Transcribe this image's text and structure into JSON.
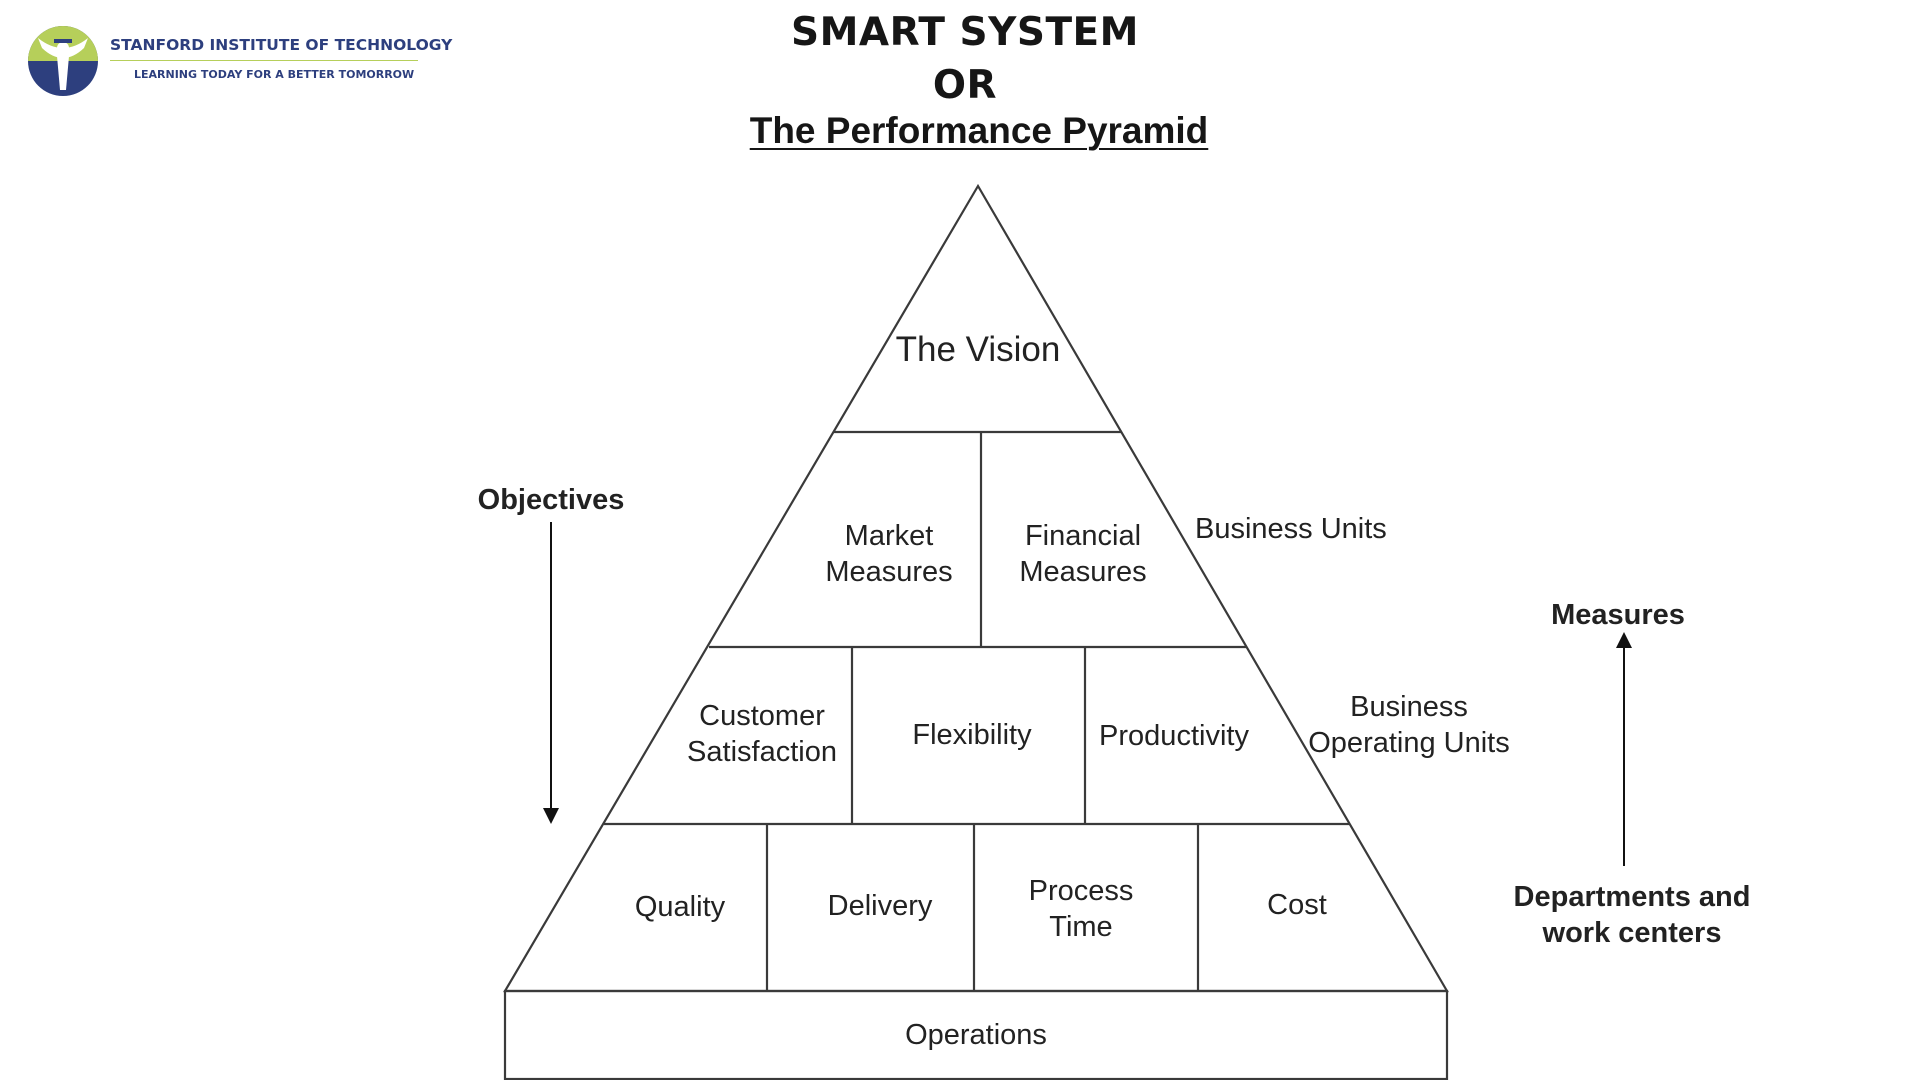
{
  "logo": {
    "name": "STANFORD INSTITUTE OF TECHNOLOGY",
    "tagline": "LEARNING TODAY FOR A BETTER TOMORROW",
    "colors": {
      "navy": "#2d3f7e",
      "lime": "#b6cf5a"
    }
  },
  "header": {
    "title_line1": "SMART SYSTEM",
    "title_line2": "OR",
    "subtitle": "The Performance Pyramid"
  },
  "pyramid": {
    "apex": "The Vision",
    "level2": [
      "Market\nMeasures",
      "Financial\nMeasures"
    ],
    "level3": [
      "Customer\nSatisfaction",
      "Flexibility",
      "Productivity"
    ],
    "level4": [
      "Quality",
      "Delivery",
      "Process\nTime",
      "Cost"
    ],
    "base": "Operations"
  },
  "side_labels": {
    "business_units": "Business Units",
    "business_operating_units": "Business\nOperating Units",
    "objectives": "Objectives",
    "measures": "Measures",
    "departments": "Departments and\nwork centers"
  },
  "colors": {
    "line": "#3a3a3a",
    "text": "#222222"
  }
}
